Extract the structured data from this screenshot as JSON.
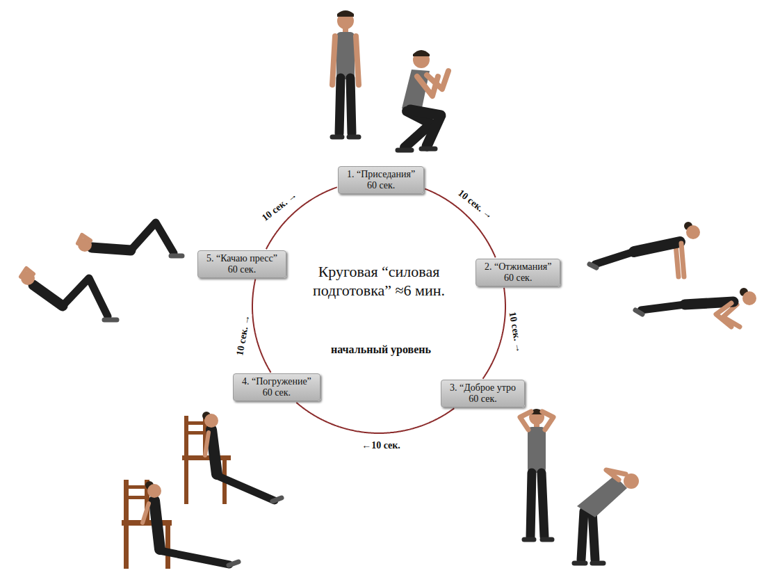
{
  "diagram": {
    "title": "Круговая “силовая подготовка” ≈6 мин.",
    "nodes": [
      {
        "text": [
          "1. “Приседания”",
          "60 сек."
        ]
      },
      {
        "text": [
          "2. “Отжимания”",
          "60 сек."
        ]
      },
      {
        "text": [
          "3. “Доброе утро",
          "60 сек."
        ]
      },
      {
        "text": [
          "4. “Погружение”",
          "60 сек."
        ]
      },
      {
        "text": [
          "5. “Качаю пресс”",
          "60 сек."
        ]
      }
    ],
    "edges": [
      {
        "from": 0,
        "to": 1,
        "arrow": "none",
        "label": "10 сек. →"
      },
      {
        "from": 1,
        "to": 2,
        "arrow": "none",
        "label": "10 сек. →"
      },
      {
        "from": 2,
        "to": 3,
        "arrow": "none",
        "label": "←10 сек."
      },
      {
        "from": 3,
        "to": 4,
        "arrow": "none",
        "label": "10 сек. →"
      },
      {
        "from": 4,
        "to": 0,
        "arrow": "none",
        "label": "10 сек. →"
      }
    ],
    "labels": [
      "начальный уровень"
    ]
  }
}
